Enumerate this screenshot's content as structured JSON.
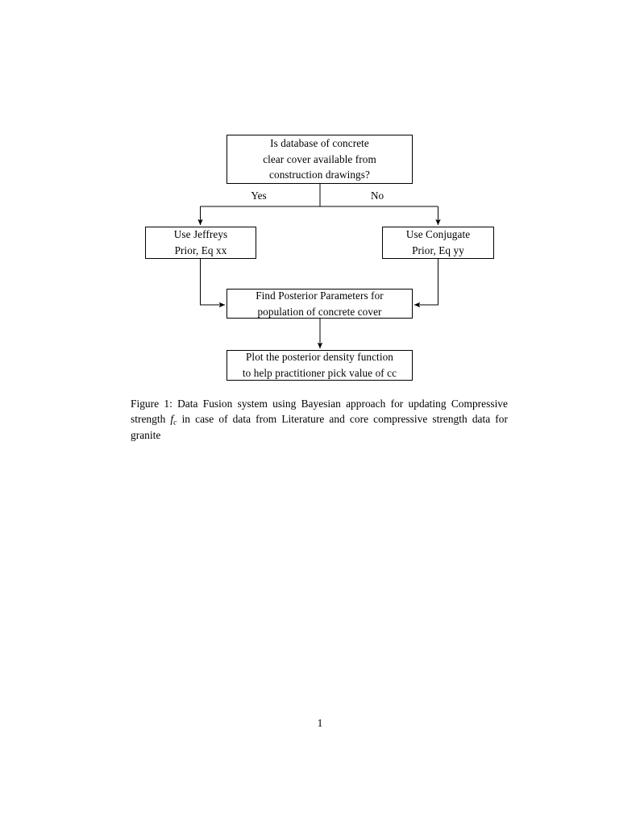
{
  "document": {
    "page_number": "1"
  },
  "figure": {
    "caption_prefix": "Figure 1:",
    "caption_part1": "Data Fusion system using Bayesian approach for updating Compressive strength",
    "caption_symbol": "f",
    "caption_symbol_sub": "c",
    "caption_part2": "in case of data from Literature and core compressive strength data for granite",
    "flowchart": {
      "nodes": [
        {
          "id": "question",
          "type": "decision",
          "lines": [
            "Is database of concrete",
            "clear cover available from",
            "construction drawings?"
          ]
        },
        {
          "id": "jeffreys",
          "type": "process",
          "lines": [
            "Use Jeffreys",
            "Prior, Eq xx"
          ]
        },
        {
          "id": "conjugate",
          "type": "process",
          "lines": [
            "Use Conjugate",
            "Prior, Eq yy"
          ]
        },
        {
          "id": "posterior",
          "type": "process",
          "lines": [
            "Find Posterior Parameters for",
            "population of concrete cover"
          ]
        },
        {
          "id": "plot",
          "type": "process",
          "lines": [
            "Plot the posterior density function",
            "to help practitioner pick value of cc"
          ]
        }
      ],
      "edge_labels": {
        "yes": "Yes",
        "no": "No"
      }
    }
  },
  "colors": {
    "ink": "#000000",
    "paper": "#ffffff"
  }
}
